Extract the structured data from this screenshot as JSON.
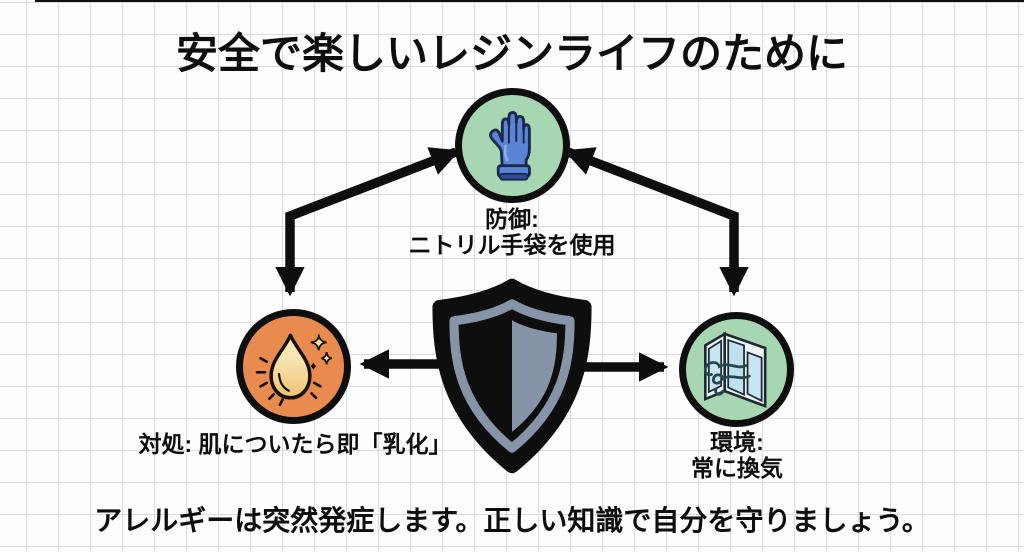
{
  "page": {
    "title": "安全で楽しいレジンライフのために",
    "footer": "アレルギーは突然発症します。正しい知識で自分を守りましょう。"
  },
  "nodes": {
    "defense": {
      "label_line1": "防御:",
      "label_line2": "ニトリル手袋を使用",
      "icon": "nitrile-glove-icon"
    },
    "treatment": {
      "label": "対処: 肌についたら即「乳化」",
      "icon": "resin-drop-icon"
    },
    "environment": {
      "label_line1": "環境:",
      "label_line2": "常に換気",
      "icon": "open-window-icon"
    }
  },
  "center": {
    "icon": "shield-icon"
  },
  "colors": {
    "bg": "#fdfdfd",
    "grid-line": "#dcdcdc",
    "ink": "#0e0e0e",
    "node-green": "#a7d7b2",
    "node-orange": "#e98b4e",
    "glove-blue": "#5b84d6",
    "glove-navy": "#1c2a4a",
    "shield-gray": "#8594a6",
    "drop-cream": "#f7e6b4",
    "drop-gold": "#efc372",
    "glass-blue": "#c9e4f2",
    "frame-white": "#eef3f5",
    "wind-teal": "#274750"
  }
}
